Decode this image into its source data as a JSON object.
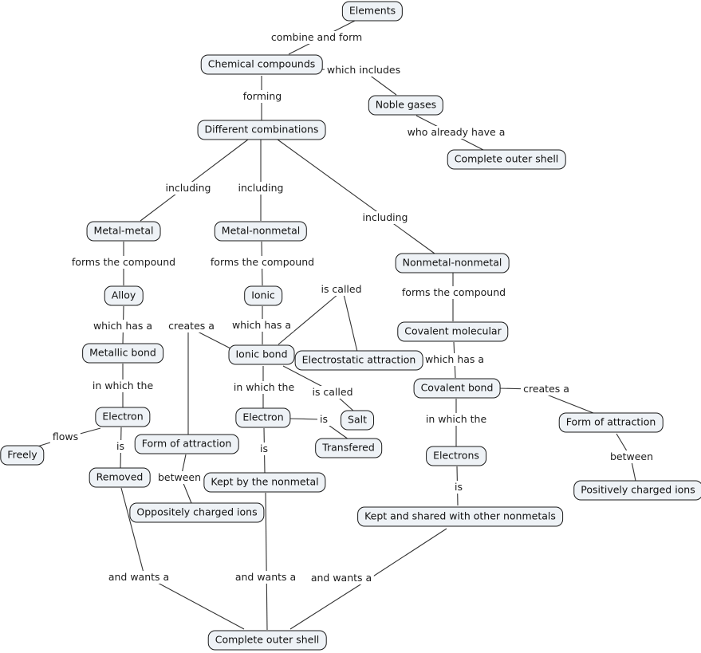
{
  "diagram": {
    "type": "concept-map",
    "topic": "Chemical compounds and bonding",
    "colors": {
      "background": "#ffffff",
      "node_fill": "#eef2f6",
      "node_border": "#1a1a1a",
      "line": "#333333",
      "text": "#111111"
    },
    "nodes": [
      {
        "id": "elements",
        "label": "Elements"
      },
      {
        "id": "chemical-compounds",
        "label": "Chemical compounds"
      },
      {
        "id": "noble-gases",
        "label": "Noble gases"
      },
      {
        "id": "different-combinations",
        "label": "Different combinations"
      },
      {
        "id": "complete-outer-shell-top",
        "label": "Complete outer shell"
      },
      {
        "id": "metal-metal",
        "label": "Metal-metal"
      },
      {
        "id": "metal-nonmetal",
        "label": "Metal-nonmetal"
      },
      {
        "id": "nonmetal-nonmetal",
        "label": "Nonmetal-nonmetal"
      },
      {
        "id": "alloy",
        "label": "Alloy"
      },
      {
        "id": "ionic",
        "label": "Ionic"
      },
      {
        "id": "covalent-molecular",
        "label": "Covalent molecular"
      },
      {
        "id": "metallic-bond",
        "label": "Metallic bond"
      },
      {
        "id": "ionic-bond",
        "label": "Ionic bond"
      },
      {
        "id": "electrostatic-attraction",
        "label": "Electrostatic attraction"
      },
      {
        "id": "covalent-bond",
        "label": "Covalent bond"
      },
      {
        "id": "electron-left",
        "label": "Electron"
      },
      {
        "id": "electron-mid",
        "label": "Electron"
      },
      {
        "id": "salt",
        "label": "Salt"
      },
      {
        "id": "form-of-attraction-right",
        "label": "Form of attraction"
      },
      {
        "id": "freely",
        "label": "Freely"
      },
      {
        "id": "form-of-attraction-mid",
        "label": "Form of attraction"
      },
      {
        "id": "electrons",
        "label": "Electrons"
      },
      {
        "id": "transfered",
        "label": "Transfered"
      },
      {
        "id": "removed",
        "label": "Removed"
      },
      {
        "id": "kept-by-the-nonmetal",
        "label": "Kept by the nonmetal"
      },
      {
        "id": "positively-charged-ions",
        "label": "Positively charged ions"
      },
      {
        "id": "oppositely-charged-ions",
        "label": "Oppositely charged ions"
      },
      {
        "id": "kept-and-shared",
        "label": "Kept and shared with other nonmetals"
      },
      {
        "id": "complete-outer-shell-bottom",
        "label": "Complete outer shell"
      }
    ],
    "link_labels": [
      {
        "id": "combine-and-form",
        "text": "combine and form"
      },
      {
        "id": "which-includes",
        "text": "which includes"
      },
      {
        "id": "forming",
        "text": "forming"
      },
      {
        "id": "who-already-have-a",
        "text": "who already have a"
      },
      {
        "id": "including-left",
        "text": "including"
      },
      {
        "id": "including-mid",
        "text": "including"
      },
      {
        "id": "including-right",
        "text": "including"
      },
      {
        "id": "forms-the-compound-left",
        "text": "forms the compound"
      },
      {
        "id": "forms-the-compound-mid",
        "text": "forms the compound"
      },
      {
        "id": "forms-the-compound-right",
        "text": "forms the compound"
      },
      {
        "id": "is-called-upper",
        "text": "is called"
      },
      {
        "id": "which-has-a-left",
        "text": "which has a"
      },
      {
        "id": "creates-a-mid",
        "text": "creates a"
      },
      {
        "id": "which-has-a-mid",
        "text": "which has a"
      },
      {
        "id": "which-has-a-right",
        "text": "which has a"
      },
      {
        "id": "in-which-the-left",
        "text": "in which the"
      },
      {
        "id": "in-which-the-mid",
        "text": "in which the"
      },
      {
        "id": "is-called-mid",
        "text": "is called"
      },
      {
        "id": "creates-a-right",
        "text": "creates a"
      },
      {
        "id": "in-which-the-right",
        "text": "in which the"
      },
      {
        "id": "flows",
        "text": "flows"
      },
      {
        "id": "is-left",
        "text": "is"
      },
      {
        "id": "is-electron-transfered",
        "text": "is"
      },
      {
        "id": "is-mid",
        "text": "is"
      },
      {
        "id": "between-mid",
        "text": "between"
      },
      {
        "id": "between-right",
        "text": "between"
      },
      {
        "id": "is-right",
        "text": "is"
      },
      {
        "id": "and-wants-a-left",
        "text": "and wants a"
      },
      {
        "id": "and-wants-a-mid",
        "text": "and wants a"
      },
      {
        "id": "and-wants-a-right",
        "text": "and wants a"
      }
    ],
    "relations": [
      {
        "from": "Elements",
        "label": "combine and form",
        "to": "Chemical compounds"
      },
      {
        "from": "Chemical compounds",
        "label": "which includes",
        "to": "Noble gases"
      },
      {
        "from": "Chemical compounds",
        "label": "forming",
        "to": "Different combinations"
      },
      {
        "from": "Noble gases",
        "label": "who already have a",
        "to": "Complete outer shell"
      },
      {
        "from": "Different combinations",
        "label": "including",
        "to": "Metal-metal"
      },
      {
        "from": "Different combinations",
        "label": "including",
        "to": "Metal-nonmetal"
      },
      {
        "from": "Different combinations",
        "label": "including",
        "to": "Nonmetal-nonmetal"
      },
      {
        "from": "Metal-metal",
        "label": "forms the compound",
        "to": "Alloy"
      },
      {
        "from": "Metal-nonmetal",
        "label": "forms the compound",
        "to": "Ionic"
      },
      {
        "from": "Nonmetal-nonmetal",
        "label": "forms the compound",
        "to": "Covalent molecular"
      },
      {
        "from": "Alloy",
        "label": "which has a",
        "to": "Metallic bond"
      },
      {
        "from": "Ionic",
        "label": "which has a",
        "to": "Ionic bond"
      },
      {
        "from": "Covalent molecular",
        "label": "which has a",
        "to": "Covalent bond"
      },
      {
        "from": "Ionic bond",
        "label": "is called",
        "to": "Electrostatic attraction"
      },
      {
        "from": "Ionic bond",
        "label": "creates a",
        "to": "Form of attraction"
      },
      {
        "from": "Ionic bond",
        "label": "is called",
        "to": "Salt"
      },
      {
        "from": "Ionic bond",
        "label": "in which the",
        "to": "Electron"
      },
      {
        "from": "Electron",
        "label": "is",
        "to": "Transfered"
      },
      {
        "from": "Electron",
        "label": "is",
        "to": "Kept by the nonmetal"
      },
      {
        "from": "Kept by the nonmetal",
        "label": "and wants a",
        "to": "Complete outer shell"
      },
      {
        "from": "Metallic bond",
        "label": "in which the",
        "to": "Electron"
      },
      {
        "from": "Electron",
        "label": "flows",
        "to": "Freely"
      },
      {
        "from": "Electron",
        "label": "is",
        "to": "Removed"
      },
      {
        "from": "Removed",
        "label": "and wants a",
        "to": "Complete outer shell"
      },
      {
        "from": "Form of attraction",
        "label": "between",
        "to": "Oppositely charged ions"
      },
      {
        "from": "Covalent bond",
        "label": "in which the",
        "to": "Electrons"
      },
      {
        "from": "Covalent bond",
        "label": "creates a",
        "to": "Form of attraction"
      },
      {
        "from": "Form of attraction",
        "label": "between",
        "to": "Positively charged ions"
      },
      {
        "from": "Electrons",
        "label": "is",
        "to": "Kept and shared with other nonmetals"
      },
      {
        "from": "Kept and shared with other nonmetals",
        "label": "and wants a",
        "to": "Complete outer shell"
      }
    ]
  }
}
